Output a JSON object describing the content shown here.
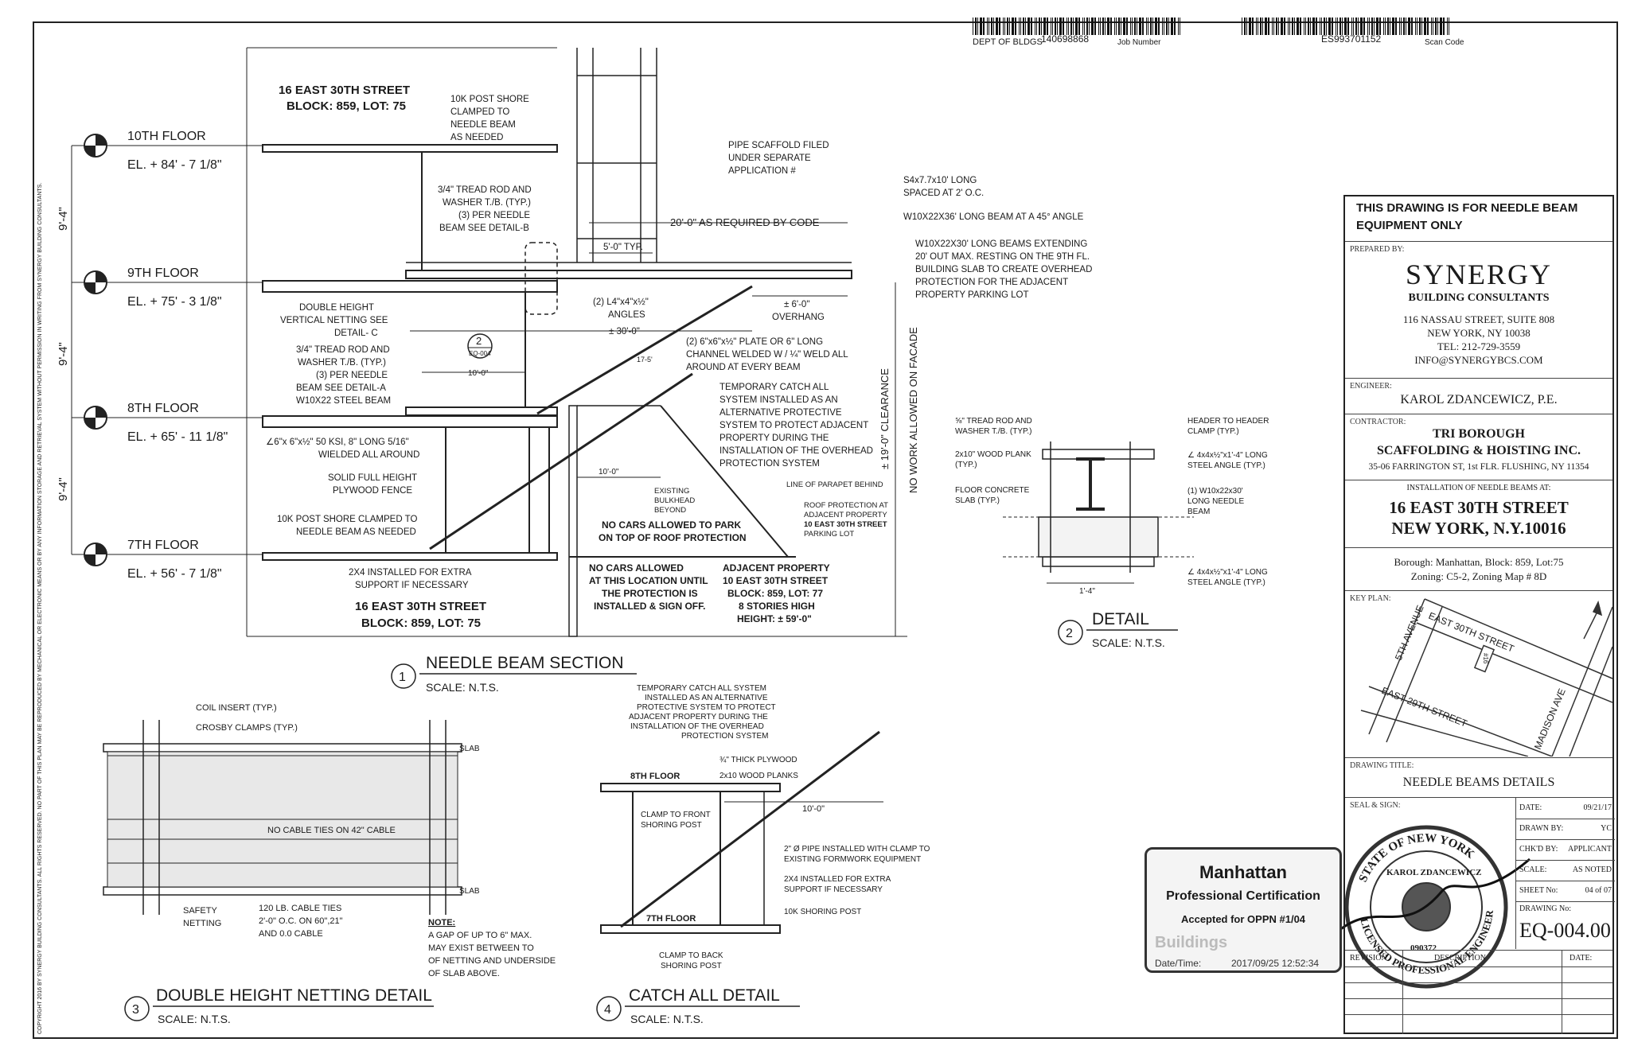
{
  "header": {
    "dept_label": "DEPT OF BLDGS",
    "job_number": "140698868",
    "job_number_label": "Job Number",
    "scan_code": "ES993701152",
    "scan_code_label": "Scan Code"
  },
  "floors": [
    {
      "name": "10TH FLOOR",
      "elevation": "EL. + 84' - 7 1/8\""
    },
    {
      "name": "9TH FLOOR",
      "elevation": "EL. + 75' - 3 1/8\""
    },
    {
      "name": "8TH FLOOR",
      "elevation": "EL. + 65' - 11 1/8\""
    },
    {
      "name": "7TH FLOOR",
      "elevation": "EL. + 56' - 7 1/8\""
    }
  ],
  "floor_spacing": "9'-4\"",
  "section": {
    "address_top_1": "16 EAST 30TH STREET",
    "address_top_2": "BLOCK: 859, LOT: 75",
    "address_bot_1": "16 EAST 30TH STREET",
    "address_bot_2": "BLOCK: 859, LOT: 75",
    "notes": {
      "post_shore_1": "10K POST SHORE",
      "post_shore_2": "CLAMPED TO",
      "post_shore_3": "NEEDLE BEAM",
      "post_shore_4": "AS NEEDED",
      "tread_b_1": "3/4\" TREAD ROD AND",
      "tread_b_2": "WASHER T./B. (TYP.)",
      "tread_b_3": "(3) PER NEEDLE",
      "tread_b_4": "BEAM SEE DETAIL-B",
      "pipe_1": "PIPE SCAFFOLD FILED",
      "pipe_2": "UNDER SEPARATE",
      "pipe_3": "APPLICATION #",
      "s4_1": "S4x7.7x10' LONG",
      "s4_2": "SPACED AT 2' O.C.",
      "w45": "W10X22X36' LONG BEAM AT A 45° ANGLE",
      "w30_1": "W10X22X30' LONG BEAMS EXTENDING",
      "w30_2": "20' OUT MAX. RESTING ON THE 9TH FL.",
      "w30_3": "BUILDING SLAB TO CREATE OVERHEAD",
      "w30_4": "PROTECTION FOR  THE ADJACENT",
      "w30_5": "PROPERTY PARKING LOT",
      "code": "20'-0\" AS REQUIRED BY CODE",
      "typ5": "5'-0\" TYP.",
      "angles_1": "(2) L4\"x4\"x½\"",
      "angles_2": "ANGLES",
      "overhang_1": "± 6'-0\"",
      "overhang_2": "OVERHANG",
      "dim30": "± 30'-0\"",
      "netting_1": "DOUBLE HEIGHT",
      "netting_2": "VERTICAL NETTING SEE",
      "netting_3": "DETAIL- C",
      "plate_1": "(2) 6\"x6\"x½\" PLATE OR 6\" LONG",
      "plate_2": "CHANNEL WELDED W / ¼\" WELD ALL",
      "plate_3": "AROUND AT EVERY BEAM",
      "dim10a": "10'-0\"",
      "tread_a_1": "3/4\" TREAD ROD AND",
      "tread_a_2": "WASHER T./B. (TYP.)",
      "tread_a_3": "(3) PER NEEDLE",
      "tread_a_4": "BEAM SEE DETAIL-A",
      "tread_a_5": "W10X22 STEEL BEAM",
      "catch_1": "TEMPORARY CATCH ALL",
      "catch_2": "SYSTEM INSTALLED AS AN",
      "catch_3": "ALTERNATIVE PROTECTIVE",
      "catch_4": "SYSTEM TO PROTECT ADJACENT",
      "catch_5": "PROPERTY DURING THE",
      "catch_6": "INSTALLATION OF THE OVERHEAD",
      "catch_7": "PROTECTION SYSTEM",
      "angle_wld_1": "∠6\"x 6\"x½\" 50 KSI, 8\" LONG 5/16\"",
      "angle_wld_2": "WIELDED ALL AROUND",
      "plyfence_1": "SOLID FULL HEIGHT",
      "plyfence_2": "PLYWOOD FENCE",
      "dim10b": "10'-0\"",
      "bulk_1": "EXISTING",
      "bulk_2": "BULKHEAD",
      "bulk_3": "BEYOND",
      "parapet": "LINE OF PARAPET BEHIND",
      "roofprot_1": "ROOF PROTECTION AT",
      "roofprot_2": "ADJACENT PROPERTY",
      "roofprot_3": "10 EAST 30TH STREET",
      "roofprot_4": "PARKING LOT",
      "nocars_1": "NO CARS ALLOWED TO PARK",
      "nocars_2": "ON TOP OF ROOF PROTECTION",
      "shore7_1": "10K POST SHORE CLAMPED TO",
      "shore7_2": "NEEDLE BEAM AS NEEDED",
      "x4_1": "2X4 INSTALLED FOR EXTRA",
      "x4_2": "SUPPORT IF NECESSARY",
      "nocars2_1": "NO CARS ALLOWED",
      "nocars2_2": "AT THIS LOCATION UNTIL",
      "nocars2_3": "THE PROTECTION IS",
      "nocars2_4": "INSTALLED & SIGN OFF.",
      "adj_1": "ADJACENT PROPERTY",
      "adj_2": "10 EAST 30TH STREET",
      "adj_3": "BLOCK: 859, LOT: 77",
      "adj_4": "8 STORIES HIGH",
      "adj_5": "HEIGHT: ± 59'-0\"",
      "clear_1": "± 19'-0\" CLEARANCE",
      "clear_2": "NO WORK ALLOWED ON FACADE",
      "angle17": "17-5'"
    },
    "callout_num": "2",
    "callout_ref": "EQ-004"
  },
  "detail_titles": [
    {
      "num": "1",
      "title": "NEEDLE BEAM SECTION",
      "scale": "SCALE:  N.T.S."
    },
    {
      "num": "2",
      "title": "DETAIL",
      "scale": "SCALE:  N.T.S."
    },
    {
      "num": "3",
      "title": "DOUBLE HEIGHT NETTING DETAIL",
      "scale": "SCALE:  N.T.S."
    },
    {
      "num": "4",
      "title": "CATCH ALL DETAIL",
      "scale": "SCALE:  N.T.S."
    }
  ],
  "detail2": {
    "tread_1": "⅝\" TREAD ROD AND",
    "tread_2": "WASHER T./B. (TYP.)",
    "plank_1": "2x10\" WOOD PLANK",
    "plank_2": "(TYP.)",
    "slab_1": "FLOOR CONCRETE",
    "slab_2": "SLAB (TYP.)",
    "clamp_1": "HEADER TO HEADER",
    "clamp_2": "CLAMP (TYP.)",
    "angle_t_1": "∠ 4x4x½\"x1'-4\" LONG",
    "angle_t_2": "STEEL ANGLE (TYP.)",
    "beam_1": "(1) W10x22x30'",
    "beam_2": "LONG NEEDLE",
    "beam_3": "BEAM",
    "angle_b_1": "∠ 4x4x½\"x1'-4\" LONG",
    "angle_b_2": "STEEL ANGLE (TYP.)",
    "dim": "1'-4\""
  },
  "detail3": {
    "coil": "COIL INSERT (TYP.)",
    "crosby": "CROSBY CLAMPS (TYP.)",
    "slab": "SLAB",
    "no_cable": "NO CABLE TIES ON 42\" CABLE",
    "safety_1": "SAFETY",
    "safety_2": "NETTING",
    "ties_1": "120 LB. CABLE TIES",
    "ties_2": "2'-0\" O.C. ON 60\",21\"",
    "ties_3": "AND 0.0 CABLE",
    "note_h": "NOTE:",
    "note_1": "A GAP OF UP TO 6\" MAX.",
    "note_2": "MAY EXIST BETWEEN TO",
    "note_3": "OF NETTING AND UNDERSIDE",
    "note_4": "OF SLAB ABOVE."
  },
  "detail4": {
    "catch_1": "TEMPORARY CATCH ALL SYSTEM",
    "catch_2": "INSTALLED AS AN ALTERNATIVE",
    "catch_3": "PROTECTIVE SYSTEM TO PROTECT",
    "catch_4": "ADJACENT PROPERTY DURING THE",
    "catch_5": "INSTALLATION OF THE OVERHEAD",
    "catch_6": "PROTECTION SYSTEM",
    "plywood": "¾\" THICK PLYWOOD",
    "planks": "2x10 WOOD PLANKS",
    "floor8": "8TH FLOOR",
    "floor7": "7TH FLOOR",
    "dim": "10'-0\"",
    "clamp_f_1": "CLAMP TO FRONT",
    "clamp_f_2": "SHORING POST",
    "pipe_1": "2\" Ø PIPE INSTALLED WITH CLAMP TO",
    "pipe_2": "EXISTING FORMWORK EQUIPMENT",
    "x4_1": "2X4 INSTALLED FOR EXTRA",
    "x4_2": "SUPPORT IF NECESSARY",
    "shoring": "10K SHORING POST",
    "clamp_b_1": "CLAMP TO BACK",
    "clamp_b_2": "SHORING POST"
  },
  "title_block": {
    "equipment_1": "THIS DRAWING IS FOR NEEDLE BEAM",
    "equipment_2": "EQUIPMENT ONLY",
    "prepared_by_label": "PREPARED BY:",
    "firm_logo": "SYNERGY",
    "firm_sub": "BUILDING CONSULTANTS",
    "firm_addr_1": "116 NASSAU STREET, SUITE 808",
    "firm_addr_2": "NEW YORK, NY 10038",
    "firm_tel": "TEL: 212-729-3559",
    "firm_email": "INFO@SYNERGYBCS.COM",
    "engineer_label": "ENGINEER:",
    "engineer": "KAROL ZDANCEWICZ, P.E.",
    "contractor_label": "CONTRACTOR:",
    "contractor_1": "TRI BOROUGH",
    "contractor_2": "SCAFFOLDING & HOISTING INC.",
    "contractor_addr": "35-06 FARRINGTON ST, 1st FLR. FLUSHING, NY 11354",
    "install_label": "INSTALLATION OF NEEDLE BEAMS AT:",
    "site_1": "16 EAST 30TH STREET",
    "site_2": "NEW YORK, N.Y.10016",
    "borough": "Borough: Manhattan, Block: 859, Lot:75",
    "zoning": "Zoning: C5-2, Zoning Map # 8D",
    "key_plan_label": "KEY PLAN:",
    "street_e30": "EAST 30TH STREET",
    "street_e29": "EAST 29TH STREET",
    "street_5th": "5TH AVENUE",
    "street_mad": "MADISON AVE",
    "lot_tag": "#16",
    "drawing_title_label": "DRAWING TITLE:",
    "drawing_title": "NEEDLE BEAMS DETAILS",
    "seal_label": "SEAL & SIGN:",
    "date_label": "DATE:",
    "date": "09/21/17",
    "drawn_label": "DRAWN BY:",
    "drawn": "YC",
    "chkd_label": "CHK'D BY:",
    "chkd": "APPLICANT",
    "scale_label": "SCALE:",
    "scale": "AS NOTED",
    "sheet_label": "SHEET No:",
    "sheet": "04 of 07",
    "drawing_no_label": "DRAWING No:",
    "drawing_no": "EQ-004.00",
    "revision_label": "REVISION",
    "description_label": "DESCRIPTION",
    "rev_date_label": "DATE:"
  },
  "seal": {
    "state": "STATE OF NEW YORK",
    "name": "KAROL ZDANCEWICZ",
    "license": "LICENSED PROFESSIONAL ENGINEER",
    "number": "090372"
  },
  "stamp": {
    "borough": "Manhattan",
    "cert": "Professional Certification",
    "accepted": "Accepted for OPPN #1/04",
    "buildings": "Buildings",
    "datetime_label": "Date/Time:",
    "datetime": "2017/09/25 12:52:34"
  },
  "copyright": "COPYRIGHT 2016 BY SYNERGY BUILDING CONSULTANTS. ALL RIGHTS RESERVED. NO PART OF THIS PLAN MAY BE REPRODUCED BY MECHANICAL OR ELECTRONIC MEANS OR BY ANY INFORMATION STORAGE AND RETRIEVAL SYSTEM WITHOUT PERMISSION IN WRITING FROM SYNERGY BUILDING CONSULTANTS."
}
